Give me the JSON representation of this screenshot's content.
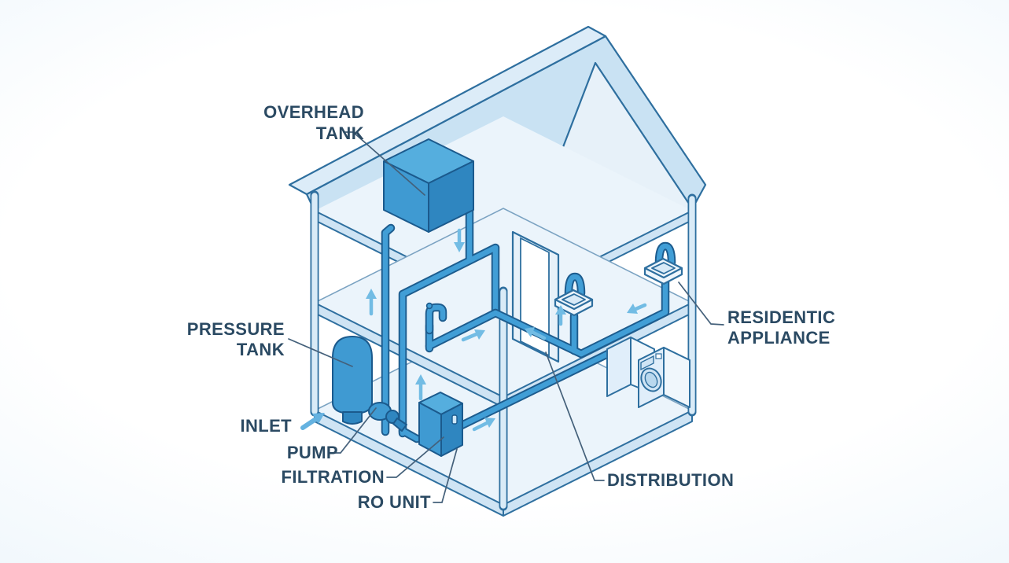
{
  "diagram": {
    "type": "isometric-cutaway-house-water-system",
    "subject": "residential water supply and distribution system"
  },
  "labels": {
    "overhead_tank": {
      "lines": [
        "OVERHEAD",
        "TANK"
      ]
    },
    "pressure_tank": {
      "lines": [
        "PRESSURE",
        "TANK"
      ]
    },
    "inlet": {
      "text": "INLET"
    },
    "pump": {
      "text": "PUMP"
    },
    "filtration": {
      "text": "FILTRATION"
    },
    "ro_unit": {
      "text": "RO UNIT"
    },
    "residential_appliance": {
      "lines": [
        "RESIDENTIC",
        "APPLIANCE"
      ]
    },
    "distribution": {
      "text": "DISTRIBUTION"
    }
  },
  "components": [
    "overhead-tank",
    "pressure-tank",
    "pump",
    "filtration-ro-unit",
    "kitchen-faucet",
    "sink-left",
    "sink-right",
    "washing-machines",
    "supply-pipes",
    "distribution-pipes"
  ],
  "flow_arrows": [
    {
      "id": "inlet-arrow",
      "direction": "up-right"
    },
    {
      "id": "left-riser-arrow",
      "direction": "up"
    },
    {
      "id": "tank-down-arrow",
      "direction": "down"
    },
    {
      "id": "ro-riser-arrow",
      "direction": "up"
    },
    {
      "id": "ro-output-arrow",
      "direction": "up-right"
    },
    {
      "id": "floor-left-arrow",
      "direction": "up-right"
    },
    {
      "id": "floor-center-arrow",
      "direction": "up-left"
    },
    {
      "id": "sink-left-arrow",
      "direction": "up"
    },
    {
      "id": "sink-right-arrow",
      "direction": "down-left"
    }
  ],
  "palette": {
    "background": "#ffffff",
    "background_tint": "#eaf4fb",
    "roof": "#c9e2f3",
    "roof_band": "#dcecf8",
    "wall_light": "#e7f1f9",
    "slab_face": "#ebf4fb",
    "slab_edge": "#cfe4f4",
    "outline": "#2e6f9f",
    "pipe": "#419ed6",
    "pipe_outline": "#1d5c8e",
    "equipment": "#3f9ad2",
    "equipment_dark": "#2f86c0",
    "equipment_light": "#55aede",
    "flow_arrow": "#72bce4",
    "label_text": "#2b4a63",
    "leader_line": "#44607a"
  }
}
